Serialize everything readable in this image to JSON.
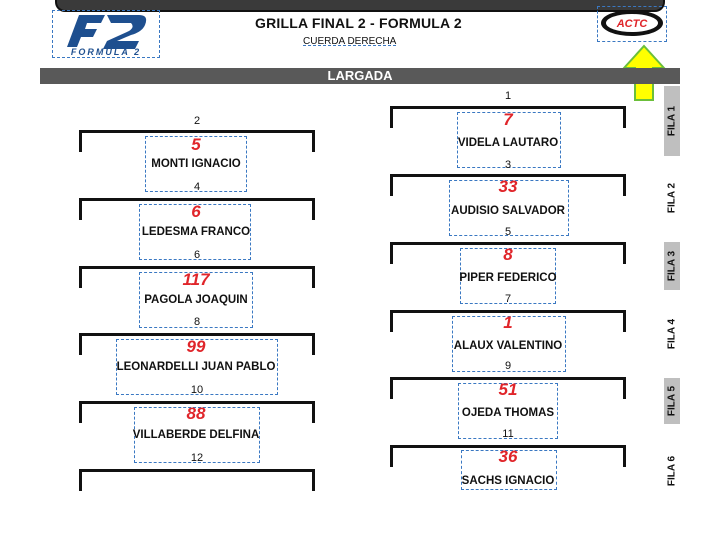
{
  "header": {
    "title": "GRILLA FINAL 2  - FORMULA 2",
    "subtitle": "CUERDA DERECHA",
    "logo_text": "FORMULA 2",
    "logo_right_text": "ACTC",
    "banner": "LARGADA"
  },
  "left_column": [
    {
      "pos": "2",
      "number": "5",
      "driver": "MONTI  IGNACIO"
    },
    {
      "pos": "4",
      "number": "6",
      "driver": "LEDESMA FRANCO"
    },
    {
      "pos": "6",
      "number": "117",
      "driver": "PAGOLA  JOAQUIN"
    },
    {
      "pos": "8",
      "number": "99",
      "driver": "LEONARDELLI JUAN PABLO"
    },
    {
      "pos": "10",
      "number": "88",
      "driver": "VILLABERDE DELFINA"
    },
    {
      "pos": "12",
      "number": "",
      "driver": ""
    }
  ],
  "right_column": [
    {
      "pos": "1",
      "number": "7",
      "driver": "VIDELA LAUTARO"
    },
    {
      "pos": "3",
      "number": "33",
      "driver": "AUDISIO SALVADOR"
    },
    {
      "pos": "5",
      "number": "8",
      "driver": "PIPER FEDERICO"
    },
    {
      "pos": "7",
      "number": "1",
      "driver": "ALAUX VALENTINO"
    },
    {
      "pos": "9",
      "number": "51",
      "driver": "OJEDA  THOMAS"
    },
    {
      "pos": "11",
      "number": "36",
      "driver": "SACHS IGNACIO"
    }
  ],
  "filas": [
    "FILA 1",
    "FILA 2",
    "FILA 3",
    "FILA 4",
    "FILA 5",
    "FILA 6"
  ],
  "colors": {
    "accent_red": "#e0252a",
    "arrow_yellow": "#ffff00",
    "arrow_border": "#6bbf3a",
    "banner_gray": "#595959"
  }
}
